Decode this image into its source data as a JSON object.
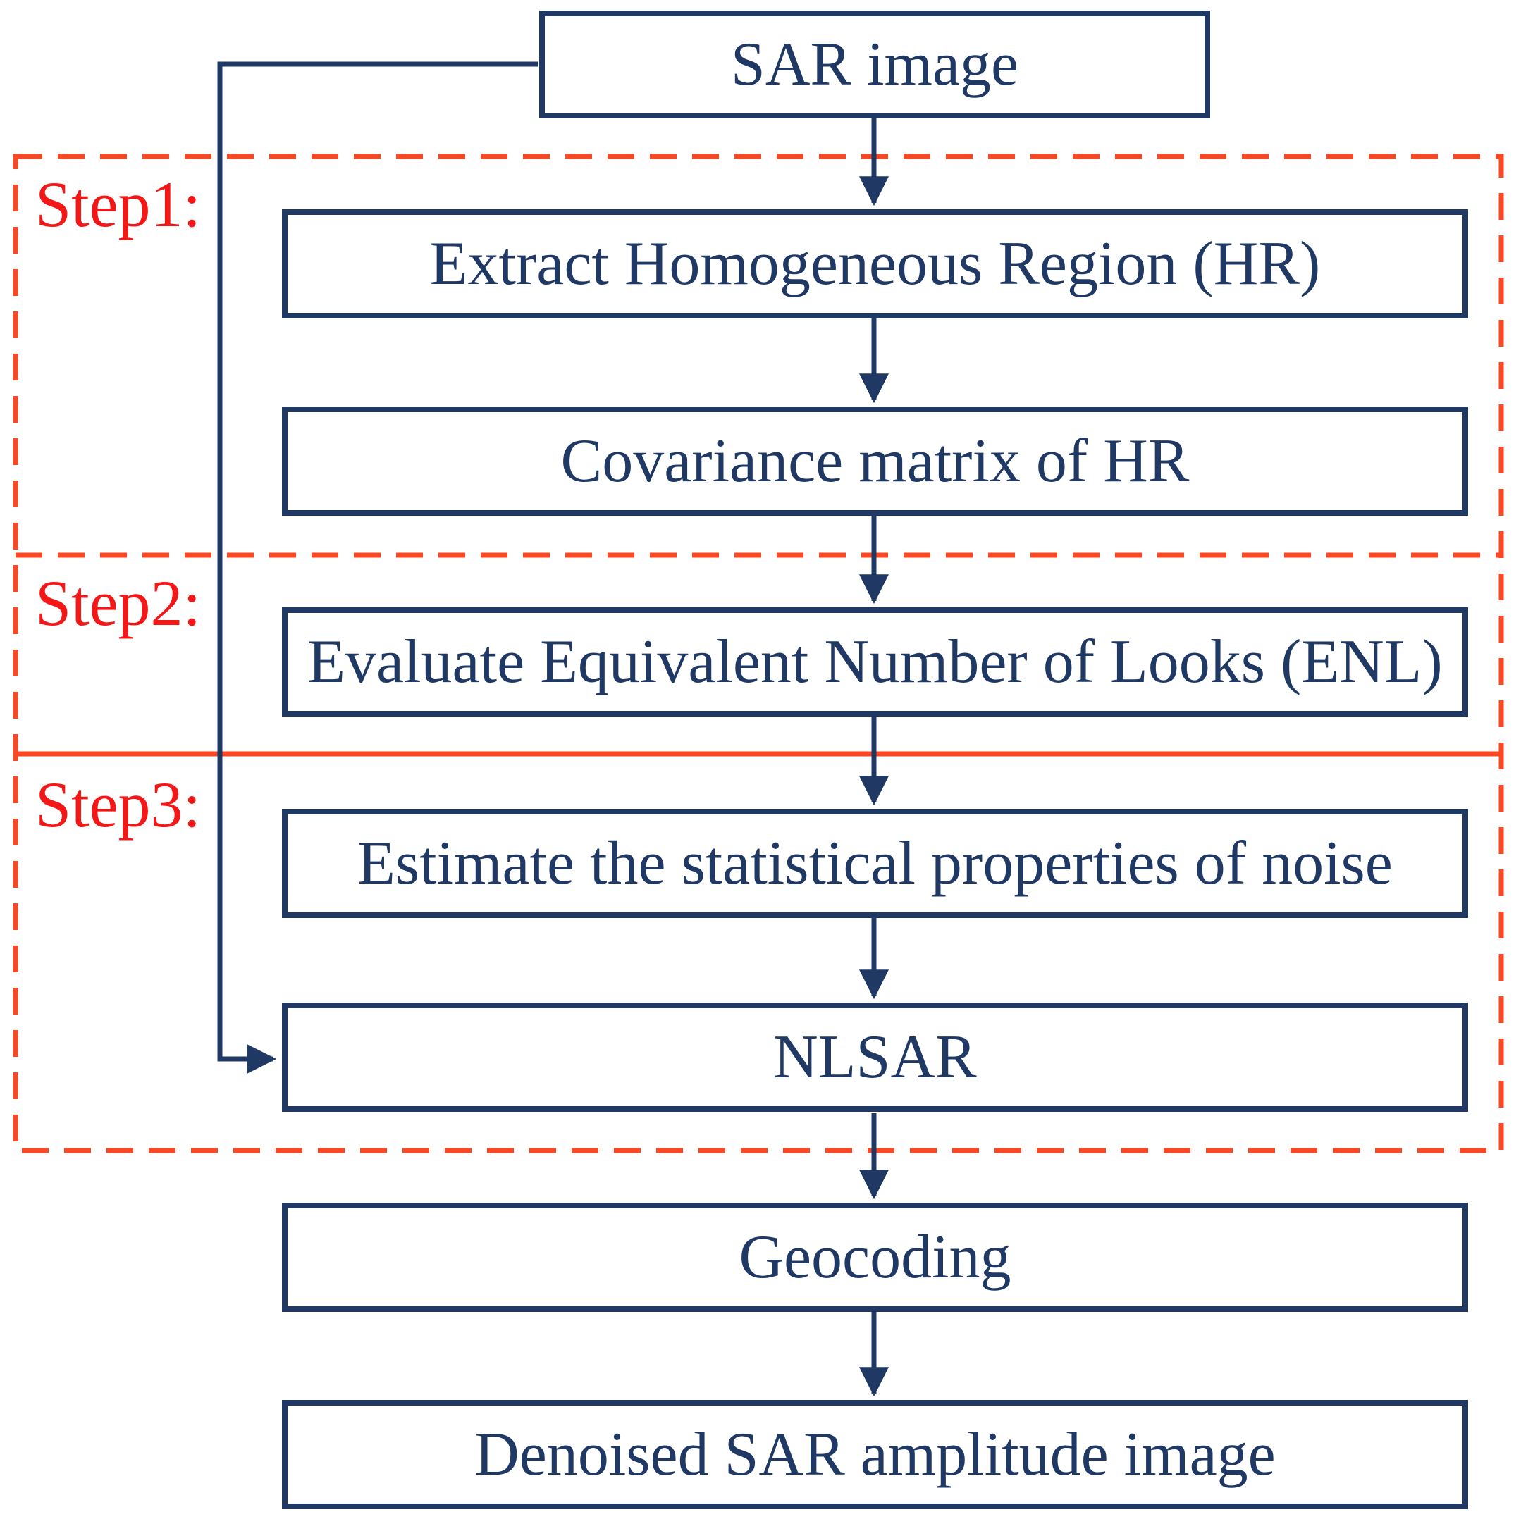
{
  "diagram": {
    "type": "flowchart",
    "nodes": {
      "sar_image": {
        "label": "SAR image"
      },
      "extract_hr": {
        "label": "Extract Homogeneous Region (HR)"
      },
      "covariance": {
        "label": "Covariance matrix of HR"
      },
      "enl": {
        "label": "Evaluate Equivalent Number of Looks (ENL)"
      },
      "noise": {
        "label": "Estimate the statistical properties of noise"
      },
      "nlsar": {
        "label": "NLSAR"
      },
      "geocoding": {
        "label": "Geocoding"
      },
      "denoised": {
        "label": "Denoised SAR amplitude image"
      }
    },
    "steps": {
      "step1": {
        "label": "Step1:"
      },
      "step2": {
        "label": "Step2:"
      },
      "step3": {
        "label": "Step3:"
      }
    },
    "edges": [
      {
        "from": "sar_image",
        "to": "extract_hr",
        "type": "arrow"
      },
      {
        "from": "extract_hr",
        "to": "covariance",
        "type": "arrow"
      },
      {
        "from": "covariance",
        "to": "enl",
        "type": "arrow"
      },
      {
        "from": "enl",
        "to": "noise",
        "type": "arrow"
      },
      {
        "from": "noise",
        "to": "nlsar",
        "type": "arrow"
      },
      {
        "from": "nlsar",
        "to": "geocoding",
        "type": "arrow"
      },
      {
        "from": "geocoding",
        "to": "denoised",
        "type": "arrow"
      },
      {
        "from": "sar_image",
        "to": "nlsar",
        "type": "bypass-arrow"
      }
    ],
    "colors": {
      "node_border": "#1f3864",
      "node_text": "#1f3864",
      "step_text": "#f31717",
      "step_border": "#fa4724",
      "background": "#ffffff"
    }
  }
}
